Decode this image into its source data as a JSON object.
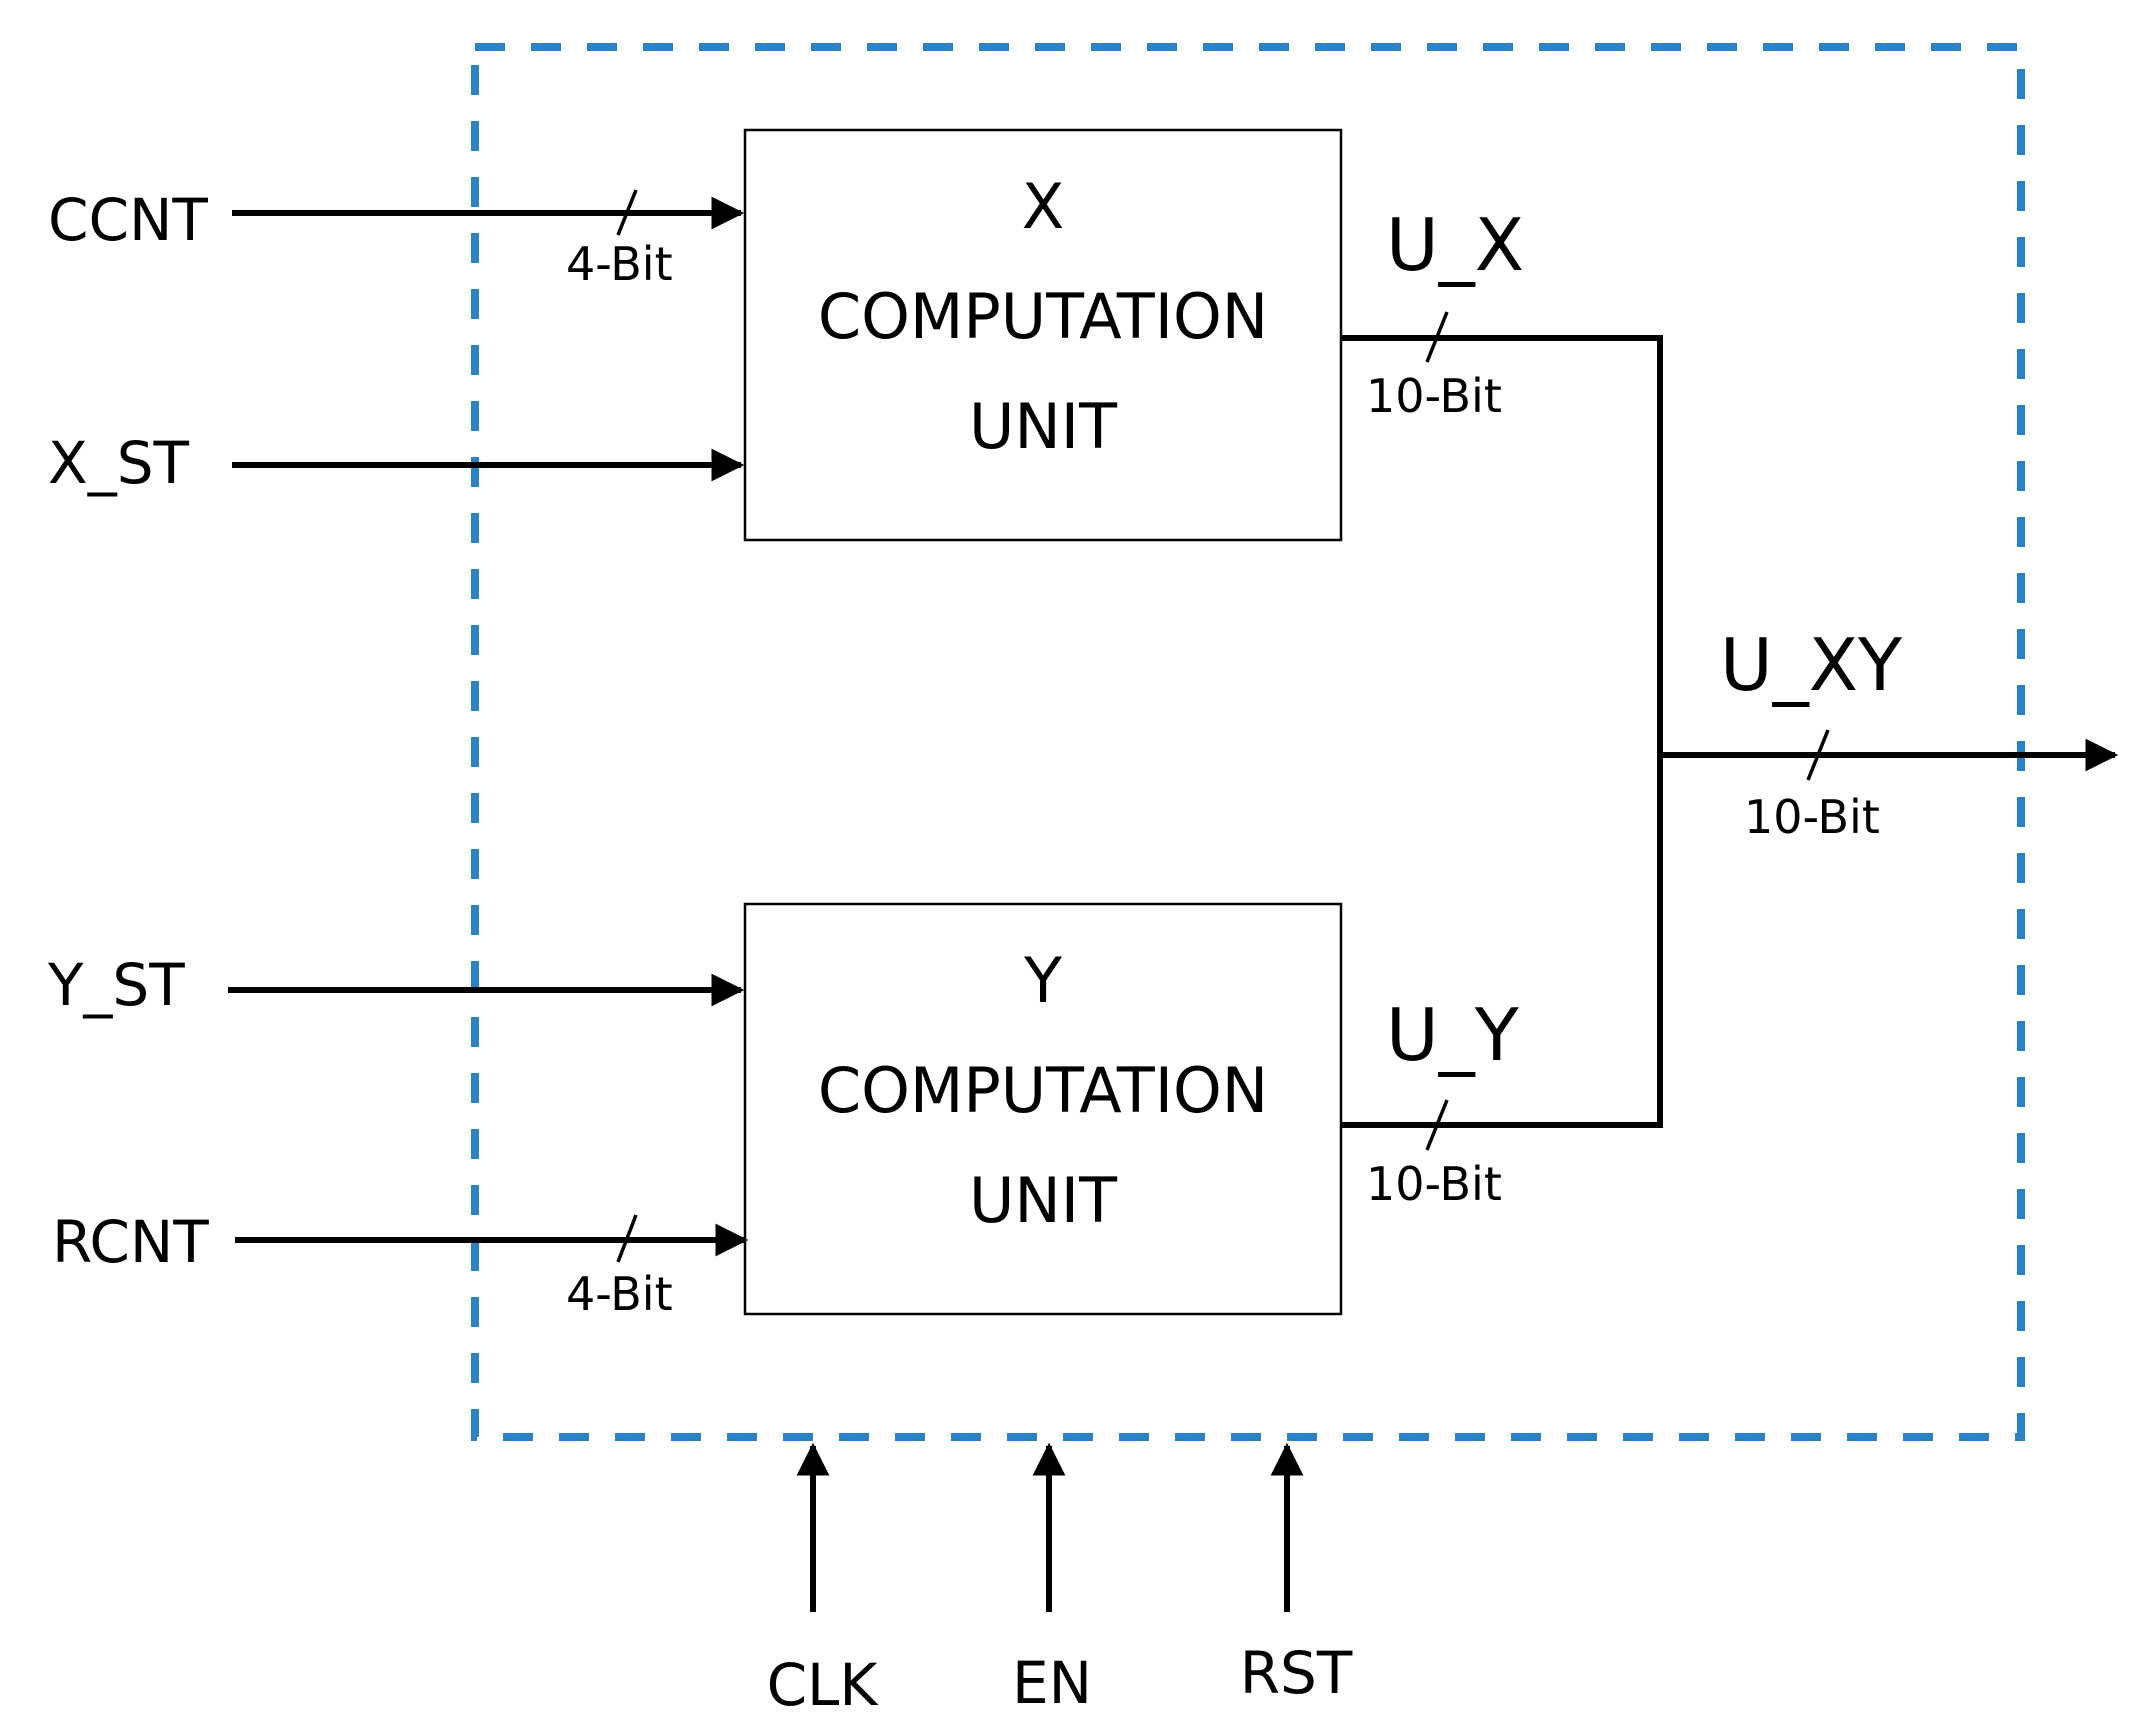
{
  "diagram": {
    "boundary_color": "#2a82c8",
    "inputs": {
      "ccnt": "CCNT",
      "x_st": "X_ST",
      "y_st": "Y_ST",
      "rcnt": "RCNT",
      "clk": "CLK",
      "en": "EN",
      "rst": "RST"
    },
    "bus_widths": {
      "ccnt": "4-Bit",
      "rcnt": "4-Bit",
      "u_x": "10-Bit",
      "u_y": "10-Bit",
      "u_xy": "10-Bit"
    },
    "blocks": {
      "x_unit": [
        "X",
        "COMPUTATION",
        "UNIT"
      ],
      "y_unit": [
        "Y",
        "COMPUTATION",
        "UNIT"
      ]
    },
    "outputs": {
      "u_x": "U_X",
      "u_y": "U_Y",
      "u_xy": "U_XY"
    }
  }
}
